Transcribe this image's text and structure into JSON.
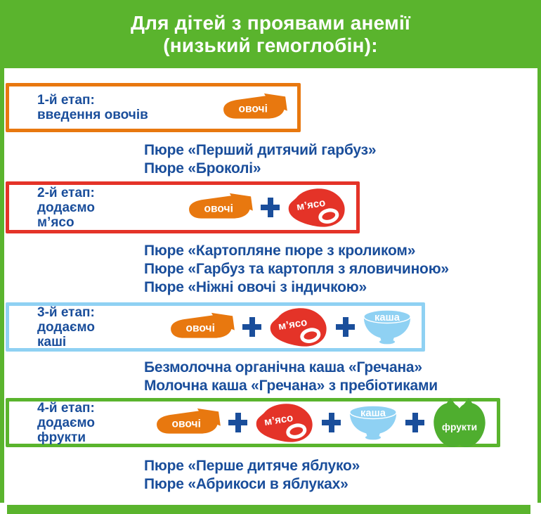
{
  "colors": {
    "green": "#5AB42D",
    "apple_green": "#4FAE2F",
    "orange": "#E8780F",
    "red": "#E43328",
    "light_blue": "#8FD1F3",
    "dark_blue": "#1A4E9B",
    "white": "#FFFFFF"
  },
  "header": {
    "title_line1": "Для дітей з проявами анемії",
    "title_line2": "(низький гемоглобін):"
  },
  "icon_labels": {
    "vegetables": "овочі",
    "meat": "м’ясо",
    "porridge": "каша",
    "fruit": "фрукти"
  },
  "stages": [
    {
      "id": 1,
      "label_lines": [
        "1-й етап:",
        "введення овочів"
      ],
      "border_color": "#E8780F",
      "icons": [
        "vegetables"
      ],
      "products": [
        "Пюре «Перший дитячий гарбуз»",
        "Пюре «Броколі»"
      ]
    },
    {
      "id": 2,
      "label_lines": [
        "2-й етап:",
        "додаємо",
        "м’ясо"
      ],
      "border_color": "#E43328",
      "icons": [
        "vegetables",
        "meat"
      ],
      "products": [
        "Пюре «Картопляне пюре з кроликом»",
        "Пюре «Гарбуз та картопля з яловичиною»",
        "Пюре «Ніжні овочі з індичкою»"
      ]
    },
    {
      "id": 3,
      "label_lines": [
        "3-й етап:",
        "додаємо",
        "каші"
      ],
      "border_color": "#8FD1F3",
      "icons": [
        "vegetables",
        "meat",
        "porridge"
      ],
      "products": [
        "Безмолочна органічна каша «Гречана»",
        "Молочна каша «Гречана» з пребіотиками"
      ]
    },
    {
      "id": 4,
      "label_lines": [
        "4-й етап:",
        "додаємо",
        "фрукти"
      ],
      "border_color": "#5AB42D",
      "icons": [
        "vegetables",
        "meat",
        "porridge",
        "fruit"
      ],
      "products": [
        "Пюре «Перше дитяче яблуко»",
        "Пюре «Абрикоси в яблуках»"
      ]
    }
  ]
}
